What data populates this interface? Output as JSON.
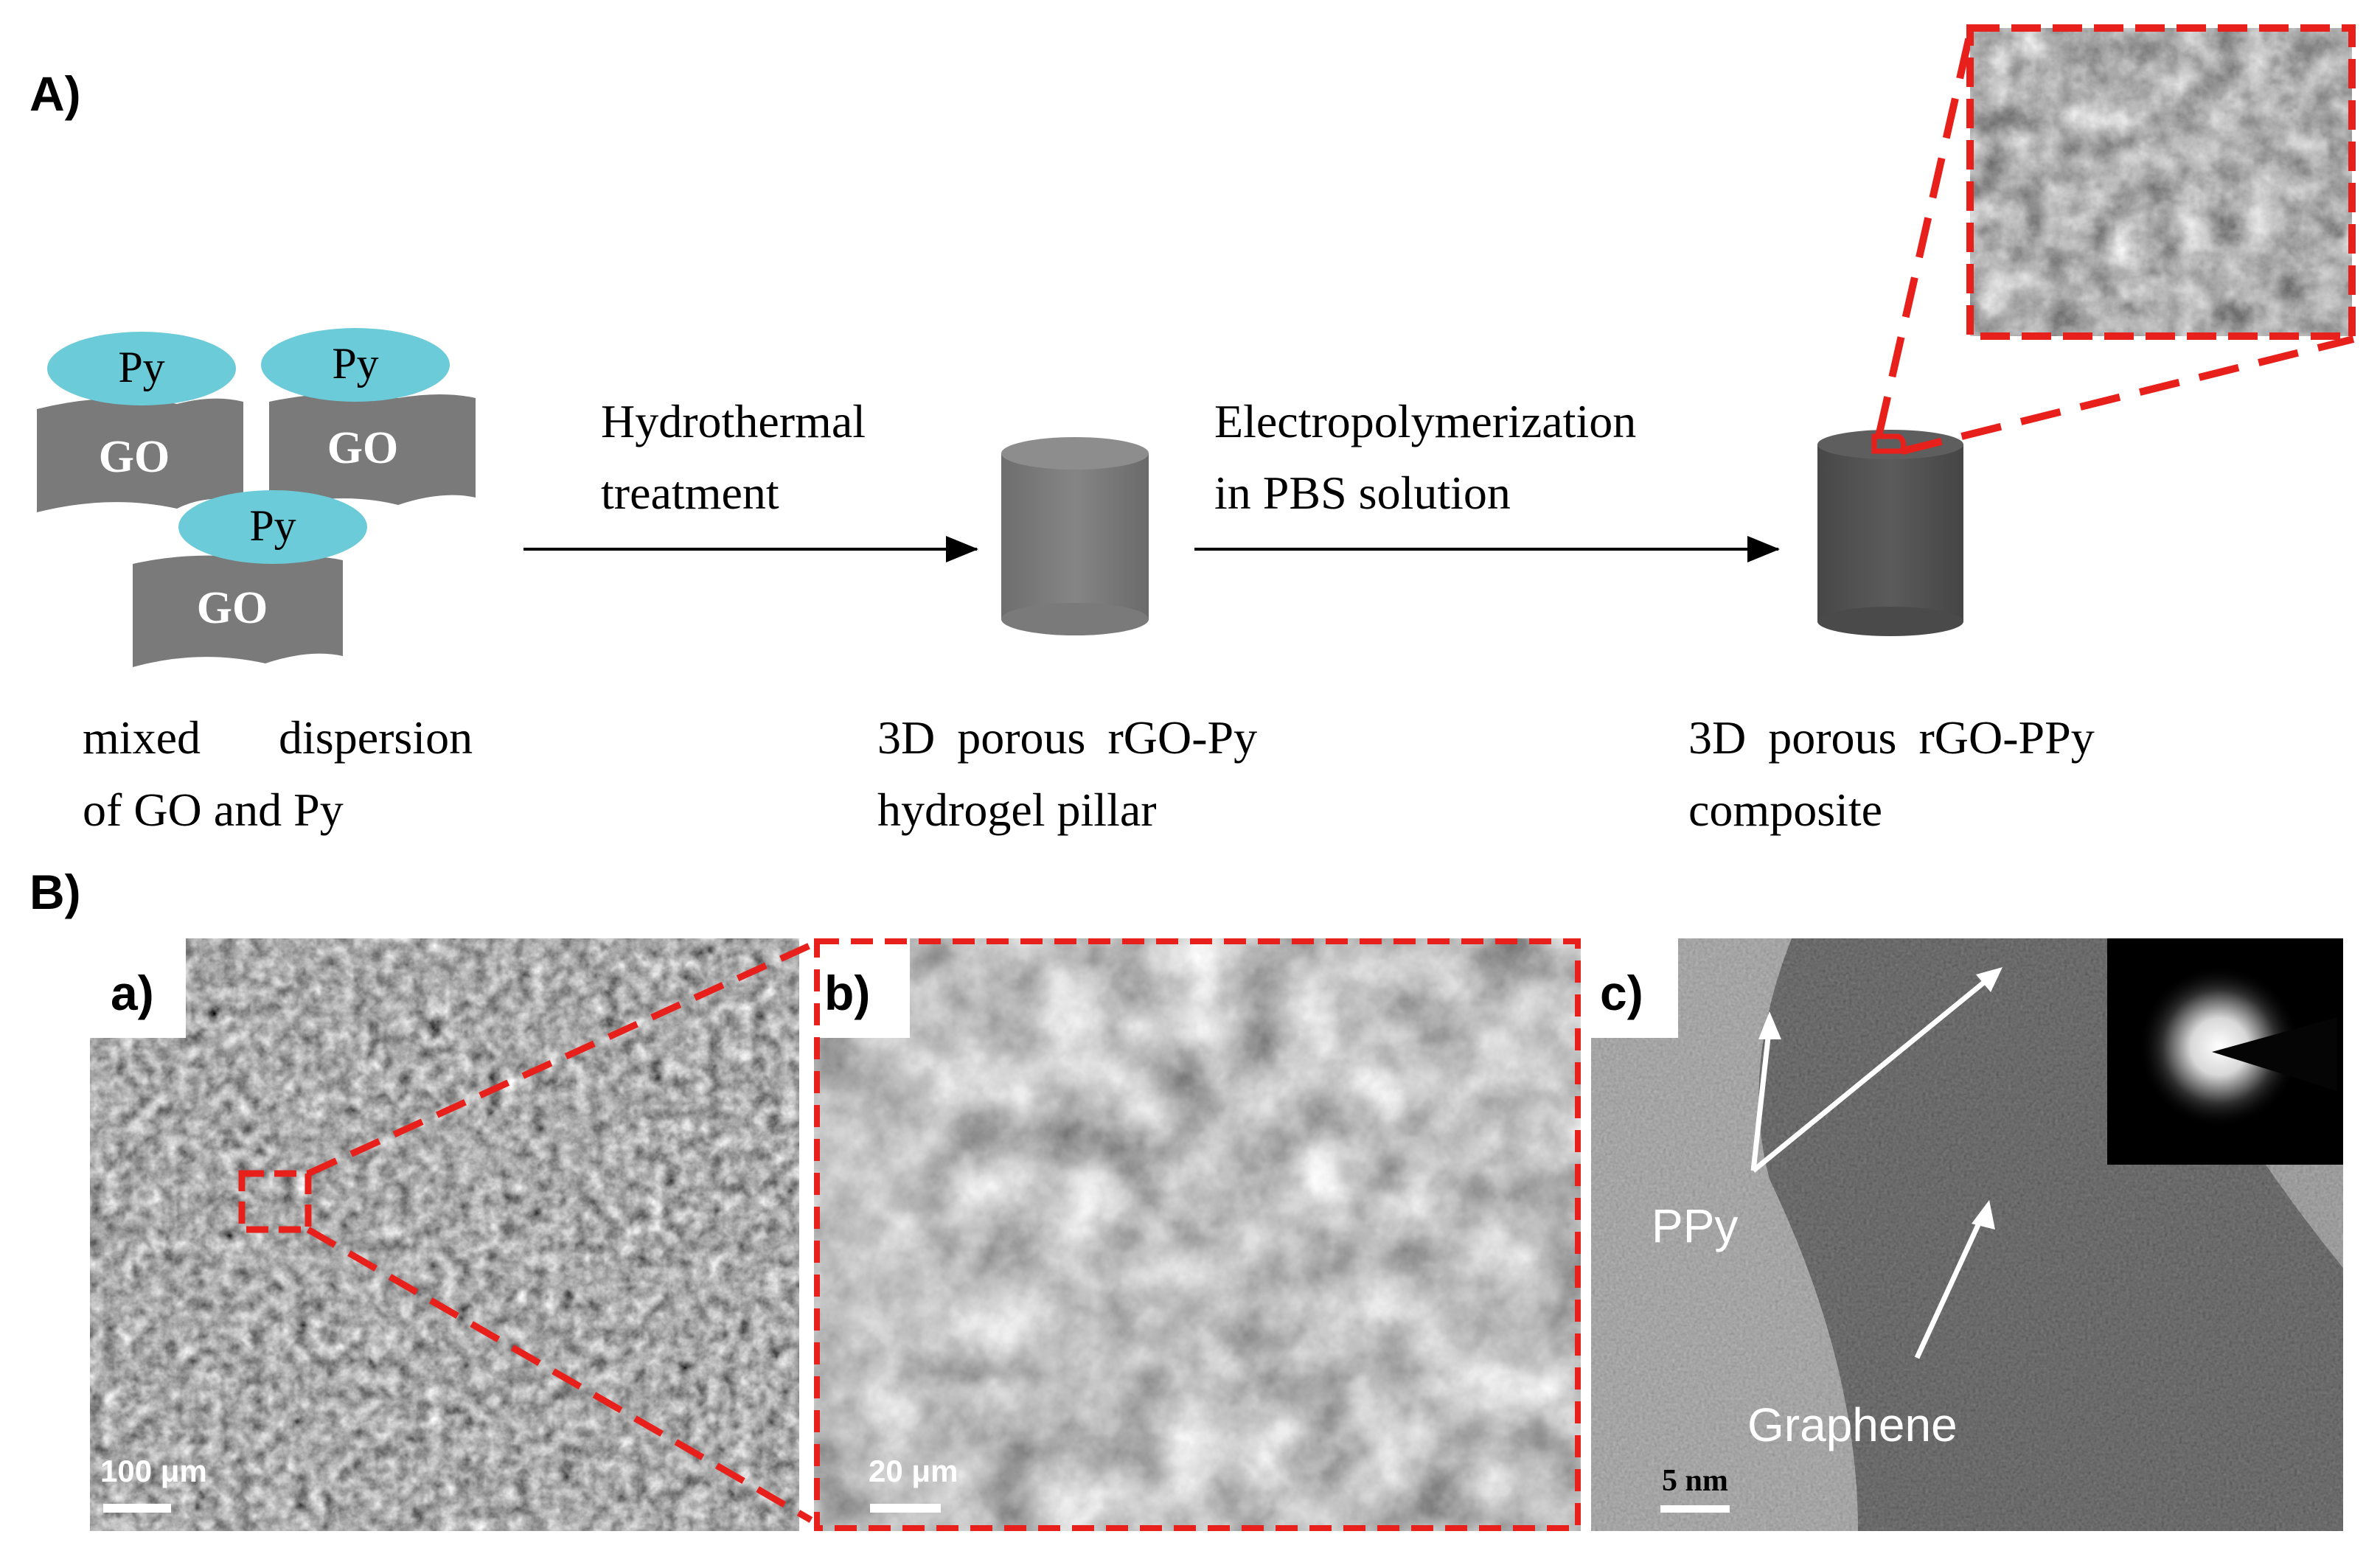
{
  "panel_labels": {
    "A": "A)",
    "B": "B)",
    "a": "a)",
    "b": "b)",
    "c": "c)"
  },
  "molecules": {
    "py": "Py",
    "go": "GO"
  },
  "steps": {
    "step1": {
      "line1": "Hydrothermal",
      "line2": "treatment"
    },
    "step2": {
      "line1": "Electropolymerization",
      "line2": "in PBS solution"
    }
  },
  "captions": {
    "start": {
      "line1_a": "mixed",
      "line1_b": "dispersion",
      "line2": "of GO and Py"
    },
    "middle": {
      "line1": "3D porous rGO-Py",
      "line2": "hydrogel pillar"
    },
    "end": {
      "line1": "3D porous rGO-PPy",
      "line2": "composite"
    }
  },
  "micrographs": {
    "a": {
      "scale": "100 μm"
    },
    "b": {
      "scale": "20 μm"
    },
    "c": {
      "scale": "5 nm",
      "label_ppy": "PPy",
      "label_graphene": "Graphene"
    }
  },
  "colors": {
    "py_fill": "#6ccbd8",
    "go_fill": "#7a7a7a",
    "highlight": "#e8201c",
    "cyl_light": "#7f7f7f",
    "cyl_dark": "#555555"
  }
}
